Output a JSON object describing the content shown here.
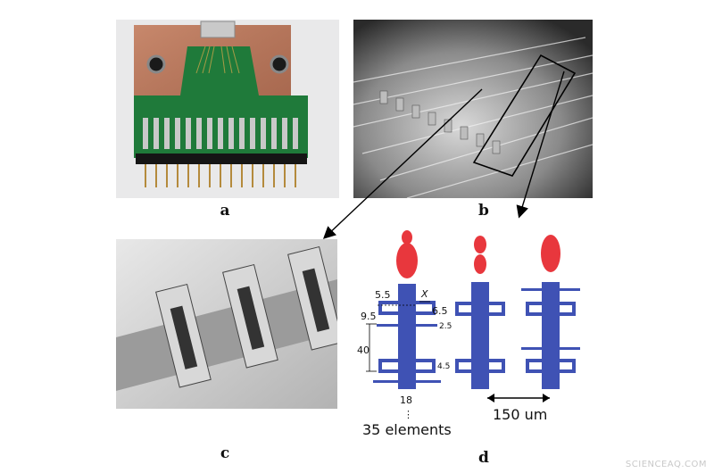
{
  "panels": {
    "a": "a",
    "b": "b",
    "c": "c",
    "d": "d"
  },
  "diagram": {
    "dim_5_5": "5.5",
    "dim_x": "X",
    "dim_6_5": "6.5",
    "dim_9_5": "9.5",
    "dim_2_5": "2.5",
    "dim_40": "40",
    "dim_4_5": "4.5",
    "dim_18": "18",
    "dots": "⋮",
    "elements": "35 elements",
    "pitch": "150 um"
  },
  "watermark": "SCIENCEAQ.COM",
  "colors": {
    "element_blue": "#3f52b4",
    "lobe_red": "#e8373d",
    "pcb_green": "#1f7a3a",
    "copper": "#b8765a"
  }
}
